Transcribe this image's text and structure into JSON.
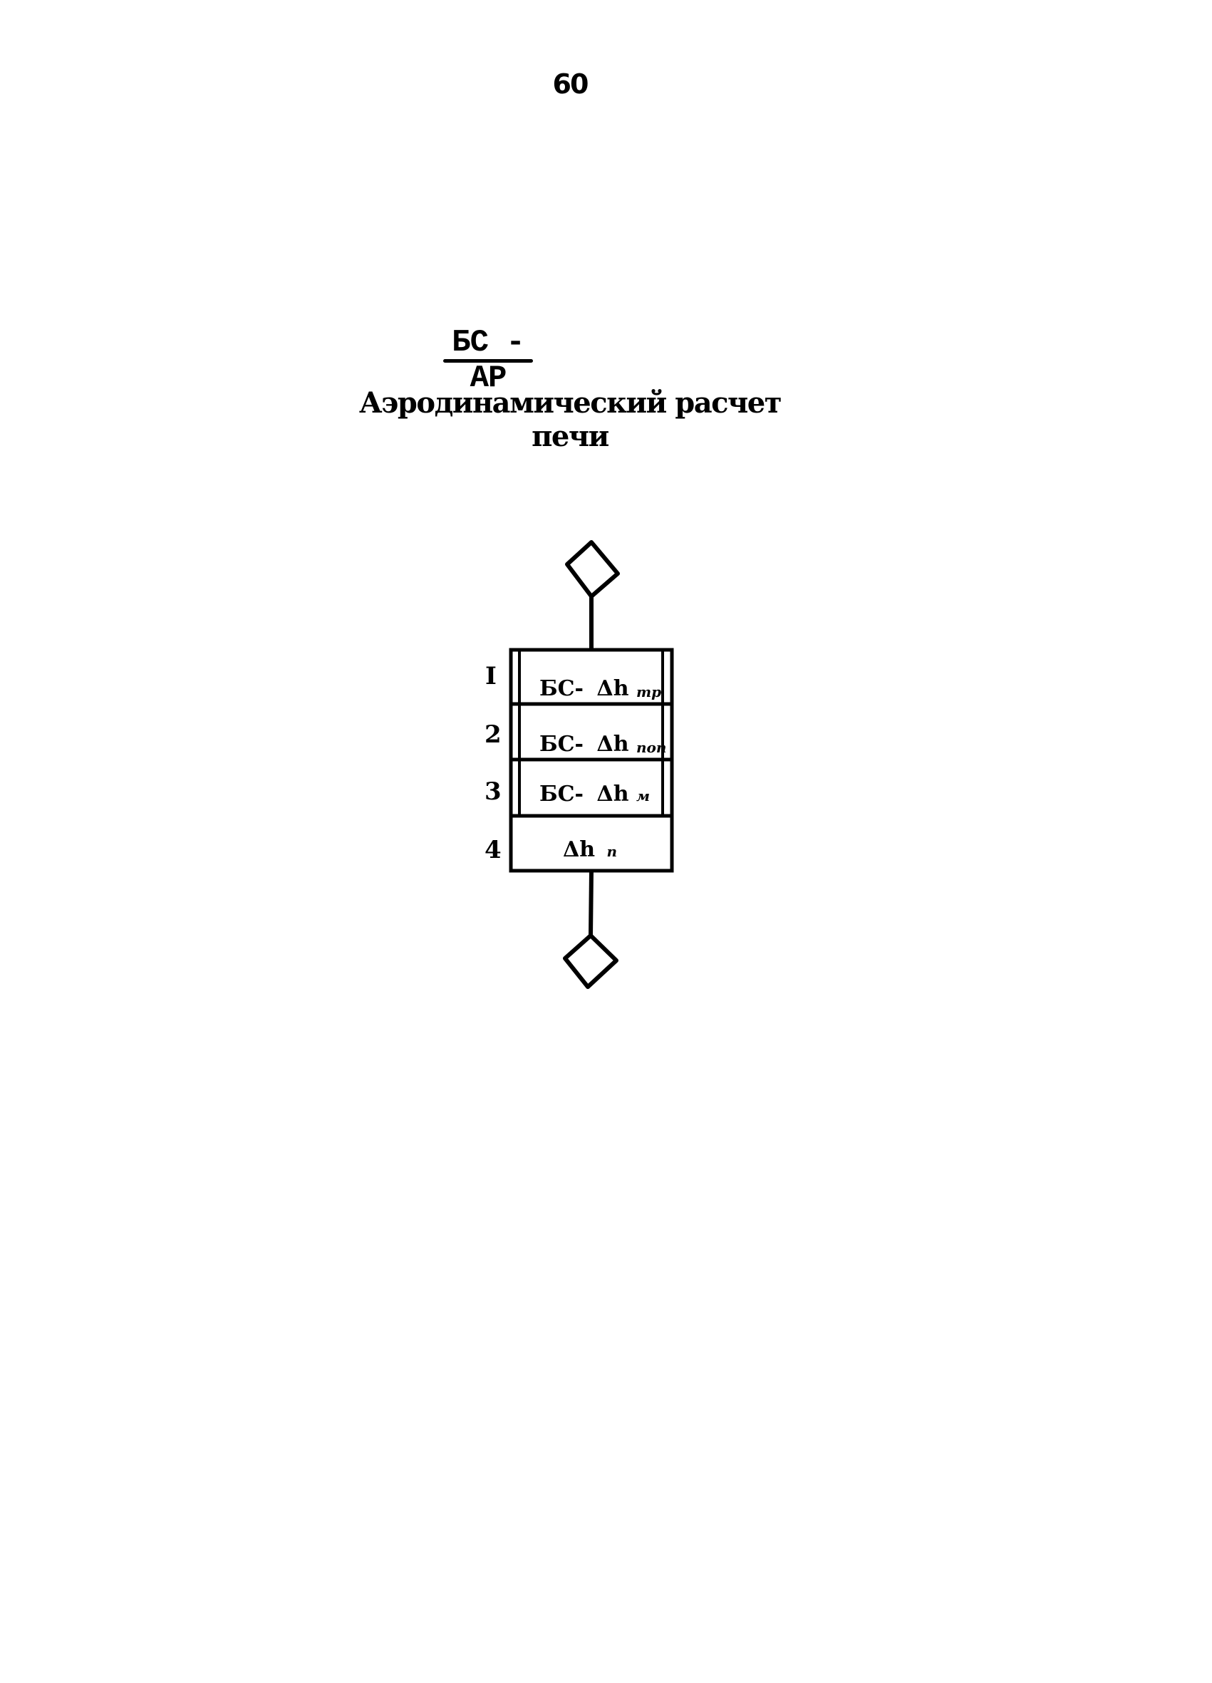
{
  "page": {
    "number": "60",
    "title": "БС - АР",
    "subtitle": "Аэродинамический расчет печи"
  },
  "diagram": {
    "entry_connector": "diamond-connector",
    "exit_connector": "diamond-connector",
    "blocks": [
      {
        "index": "I",
        "prefix": "БС-",
        "symbol": "Δh",
        "subscript": "тр",
        "type": "subroutine"
      },
      {
        "index": "2",
        "prefix": "БС-",
        "symbol": "Δh",
        "subscript": "поп",
        "type": "subroutine"
      },
      {
        "index": "3",
        "prefix": "БС-",
        "symbol": "Δh",
        "subscript": "м",
        "type": "subroutine"
      },
      {
        "index": "4",
        "prefix": "",
        "symbol": "Δh",
        "subscript": "п",
        "type": "process"
      }
    ]
  }
}
